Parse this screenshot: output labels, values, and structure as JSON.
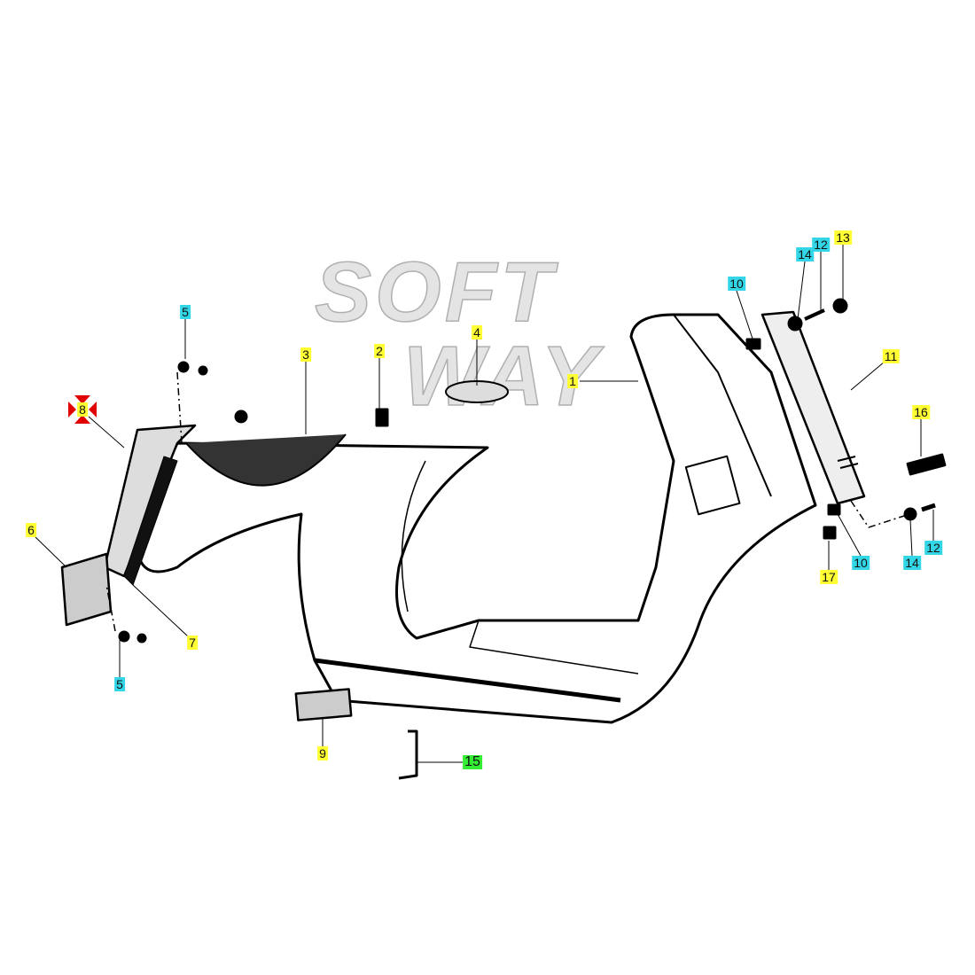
{
  "watermark": {
    "line1": "SOFT",
    "line2": "WAY"
  },
  "labels": {
    "p1": {
      "text": "1",
      "color": "yellow"
    },
    "p2": {
      "text": "2",
      "color": "yellow"
    },
    "p3": {
      "text": "3",
      "color": "yellow"
    },
    "p4": {
      "text": "4",
      "color": "yellow"
    },
    "p5a": {
      "text": "5",
      "color": "cyan"
    },
    "p5b": {
      "text": "5",
      "color": "cyan"
    },
    "p6": {
      "text": "6",
      "color": "yellow"
    },
    "p7": {
      "text": "7",
      "color": "yellow"
    },
    "p8": {
      "text": "8",
      "color": "yellow",
      "marker": "red-arrows"
    },
    "p9": {
      "text": "9",
      "color": "yellow"
    },
    "p10a": {
      "text": "10",
      "color": "cyan"
    },
    "p10b": {
      "text": "10",
      "color": "cyan"
    },
    "p11": {
      "text": "11",
      "color": "yellow"
    },
    "p12a": {
      "text": "12",
      "color": "cyan"
    },
    "p12b": {
      "text": "12",
      "color": "cyan"
    },
    "p13": {
      "text": "13",
      "color": "yellow"
    },
    "p14a": {
      "text": "14",
      "color": "cyan"
    },
    "p14b": {
      "text": "14",
      "color": "cyan"
    },
    "p15": {
      "text": "15",
      "color": "green"
    },
    "p16": {
      "text": "16",
      "color": "yellow"
    },
    "p17": {
      "text": "17",
      "color": "yellow"
    }
  }
}
